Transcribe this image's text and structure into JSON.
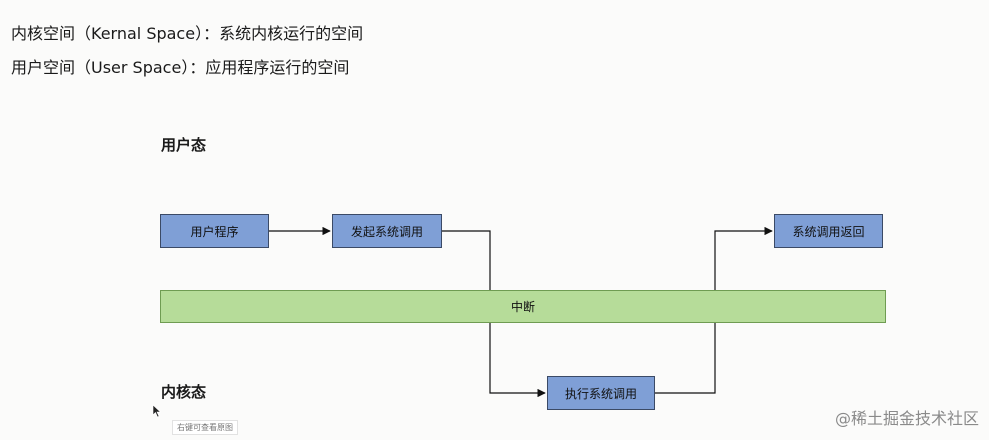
{
  "definitions": {
    "kernel_space": "内核空间（Kernal Space）：系统内核运行的空间",
    "user_space": "用户空间（User Space）：应用程序运行的空间"
  },
  "zones": {
    "user_mode": "用户态",
    "kernel_mode": "内核态"
  },
  "steps": {
    "user_program": "用户程序",
    "initiate_syscall": "发起系统调用",
    "execute_syscall": "执行系统调用",
    "syscall_return": "系统调用返回"
  },
  "interrupt": {
    "label": "中断"
  },
  "tooltip": {
    "text": "右键可查看原图"
  },
  "watermark": {
    "text": "@稀土掘金技术社区"
  },
  "colors": {
    "step_fill": "#7f9fd6",
    "step_border": "#3b4a66",
    "interrupt_fill": "#b6dc99",
    "interrupt_border": "#6f9c52",
    "arrow": "#111111"
  }
}
